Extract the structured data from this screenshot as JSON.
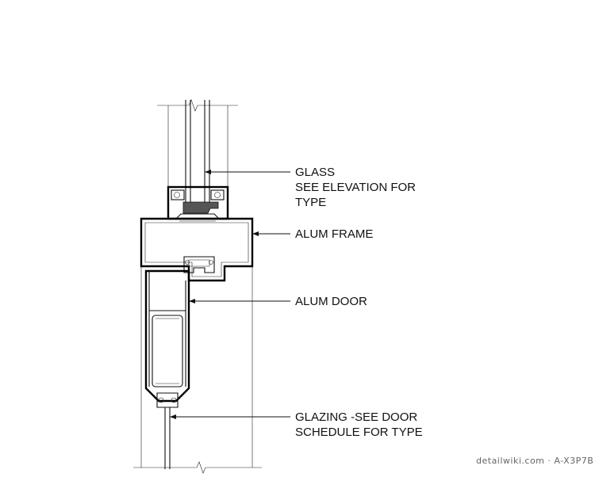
{
  "callouts": {
    "glass": {
      "line1": "GLASS",
      "line2": "SEE ELEVATION FOR",
      "line3": "TYPE"
    },
    "alum_frame": {
      "line1": "ALUM FRAME"
    },
    "alum_door": {
      "line1": "ALUM DOOR"
    },
    "glazing": {
      "line1": "GLAZING -SEE DOOR",
      "line2": "SCHEDULE FOR TYPE"
    }
  },
  "credit": "detailwiki.com · A-X3P7B"
}
